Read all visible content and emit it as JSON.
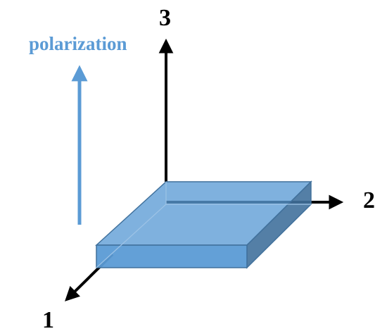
{
  "diagram": {
    "polarization_label": "polarization",
    "axis_labels": {
      "axis_1": "1",
      "axis_2": "2",
      "axis_3": "3"
    },
    "colors": {
      "polarization_arrow": "#5b9bd5",
      "plate_fill": "#5b9bd5",
      "plate_edge": "#41719c",
      "axis": "#000000"
    }
  }
}
